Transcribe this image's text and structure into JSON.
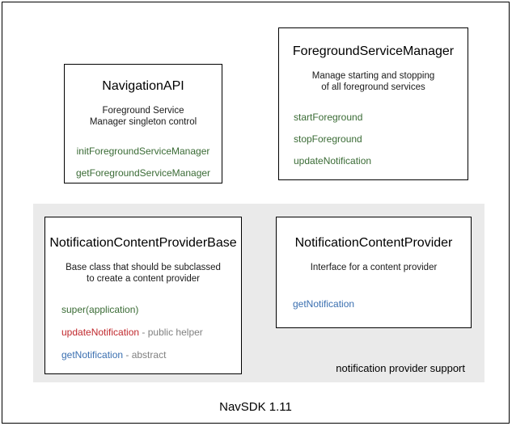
{
  "diagram": {
    "footer_caption": "NavSDK 1.11",
    "group_panel": {
      "label": "notification provider support",
      "background": "#eaeaea"
    },
    "colors": {
      "public": "#3a6b35",
      "helper": "#c0282d",
      "abstract": "#3a6fb0",
      "note": "#808080",
      "border": "#000000",
      "text": "#000000"
    },
    "boxes": [
      {
        "id": "navigation-api",
        "title": "NavigationAPI",
        "description_lines": [
          "Foreground Service",
          "Manager singleton control"
        ],
        "members": [
          {
            "name": "initForegroundServiceManager",
            "role": "public",
            "note": ""
          },
          {
            "name": "getForegroundServiceManager",
            "role": "public",
            "note": ""
          }
        ]
      },
      {
        "id": "foreground-service-manager",
        "title": "ForegroundServiceManager",
        "description_lines": [
          "Manage starting and stopping",
          "of all foreground services"
        ],
        "members": [
          {
            "name": "startForeground",
            "role": "public",
            "note": ""
          },
          {
            "name": "stopForeground",
            "role": "public",
            "note": ""
          },
          {
            "name": "updateNotification",
            "role": "public",
            "note": ""
          }
        ]
      },
      {
        "id": "notification-content-provider-base",
        "title": "NotificationContentProviderBase",
        "description_lines": [
          "Base class that should be subclassed",
          "to create a content provider"
        ],
        "members": [
          {
            "name": "super(application)",
            "role": "public",
            "note": ""
          },
          {
            "name": "updateNotification",
            "role": "helper",
            "note": " - public helper"
          },
          {
            "name": "getNotification",
            "role": "abstract",
            "note": " - abstract"
          }
        ]
      },
      {
        "id": "notification-content-provider",
        "title": "NotificationContentProvider",
        "description_lines": [
          "Interface for a content provider"
        ],
        "members": [
          {
            "name": "getNotification",
            "role": "abstract",
            "note": ""
          }
        ]
      }
    ]
  }
}
